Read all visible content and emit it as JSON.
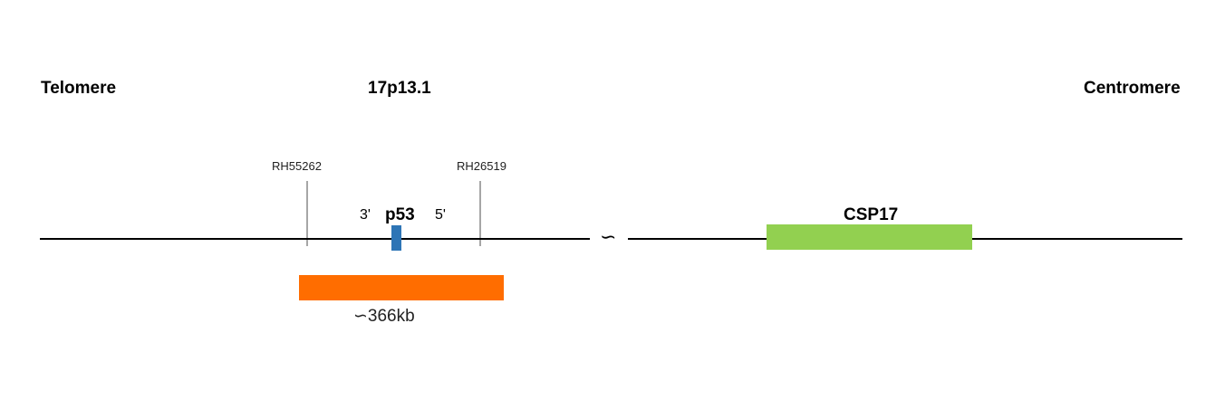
{
  "diagram": {
    "left_label": "Telomere",
    "band_label": "17p13.1",
    "right_label": "Centromere",
    "markers": [
      {
        "name": "RH55262"
      },
      {
        "name": "RH26519"
      }
    ],
    "gene": {
      "name": "p53",
      "left_end": "3'",
      "right_end": "5'",
      "color": "#2e75b6"
    },
    "break_symbol": "∽",
    "probe": {
      "size_label": "∽366kb",
      "color": "#ff6d00"
    },
    "centromere_probe": {
      "label": "CSP17",
      "color": "#92d050"
    }
  }
}
